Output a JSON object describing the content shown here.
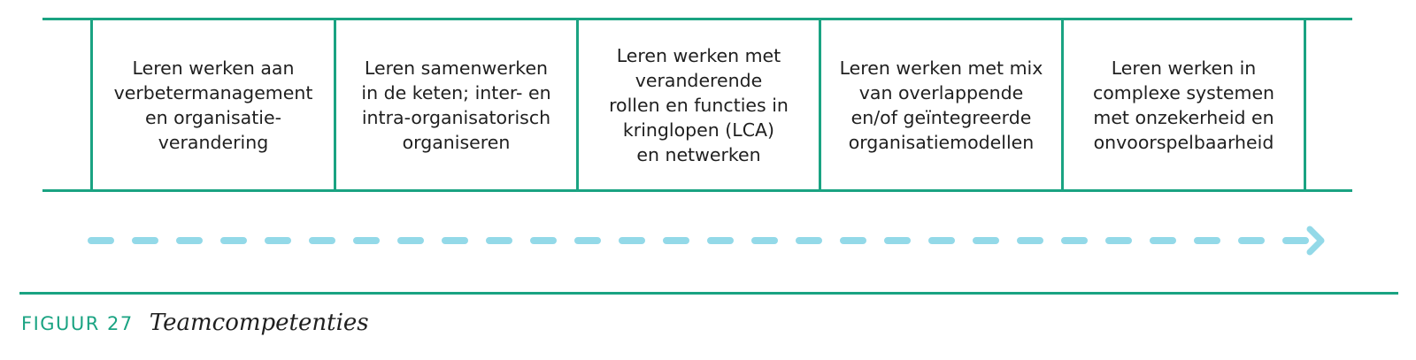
{
  "colors": {
    "frame": "#1aa382",
    "arrow": "#93d9e8",
    "text": "#1f1f1f",
    "caption_label": "#1aa382"
  },
  "steps": [
    {
      "text": "Leren werken aan\nverbetermanagement\nen organisatie-\nverandering"
    },
    {
      "text": "Leren samenwerken\nin de keten; inter- en\nintra-organisatorisch\norganiseren"
    },
    {
      "text": "Leren werken met\nveranderende\nrollen en functies in\nkringlopen (LCA)\nen netwerken"
    },
    {
      "text": "Leren werken met mix\nvan overlappende\nen/of geïntegreerde\norganisatiemodellen"
    },
    {
      "text": "Leren werken in\ncomplexe systemen\nmet onzekerheid en\nonvoorspelbaarheid"
    }
  ],
  "arrow_icon": "dashed-arrow-right-icon",
  "caption": {
    "label": "FIGUUR 27",
    "title": "Teamcompetenties"
  }
}
